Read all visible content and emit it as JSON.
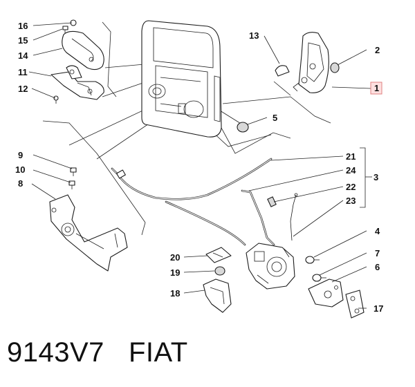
{
  "callouts": {
    "c1": "1",
    "c2": "2",
    "c4": "4",
    "c5": "5",
    "c6": "6",
    "c7": "7",
    "c8": "8",
    "c9": "9",
    "c10": "10",
    "c11": "11",
    "c12": "12",
    "c13": "13",
    "c14": "14",
    "c15": "15",
    "c16": "16",
    "c17": "17",
    "c18": "18",
    "c19": "19",
    "c20": "20",
    "c21": "21",
    "c22": "22",
    "c23": "23",
    "c24": "24",
    "c3": "3"
  },
  "footer": {
    "code": "9143V7",
    "brand": "FIAT"
  },
  "colors": {
    "highlight_fill": "#fde0e0",
    "highlight_stroke": "#e08080",
    "line": "#1a1a1a"
  }
}
